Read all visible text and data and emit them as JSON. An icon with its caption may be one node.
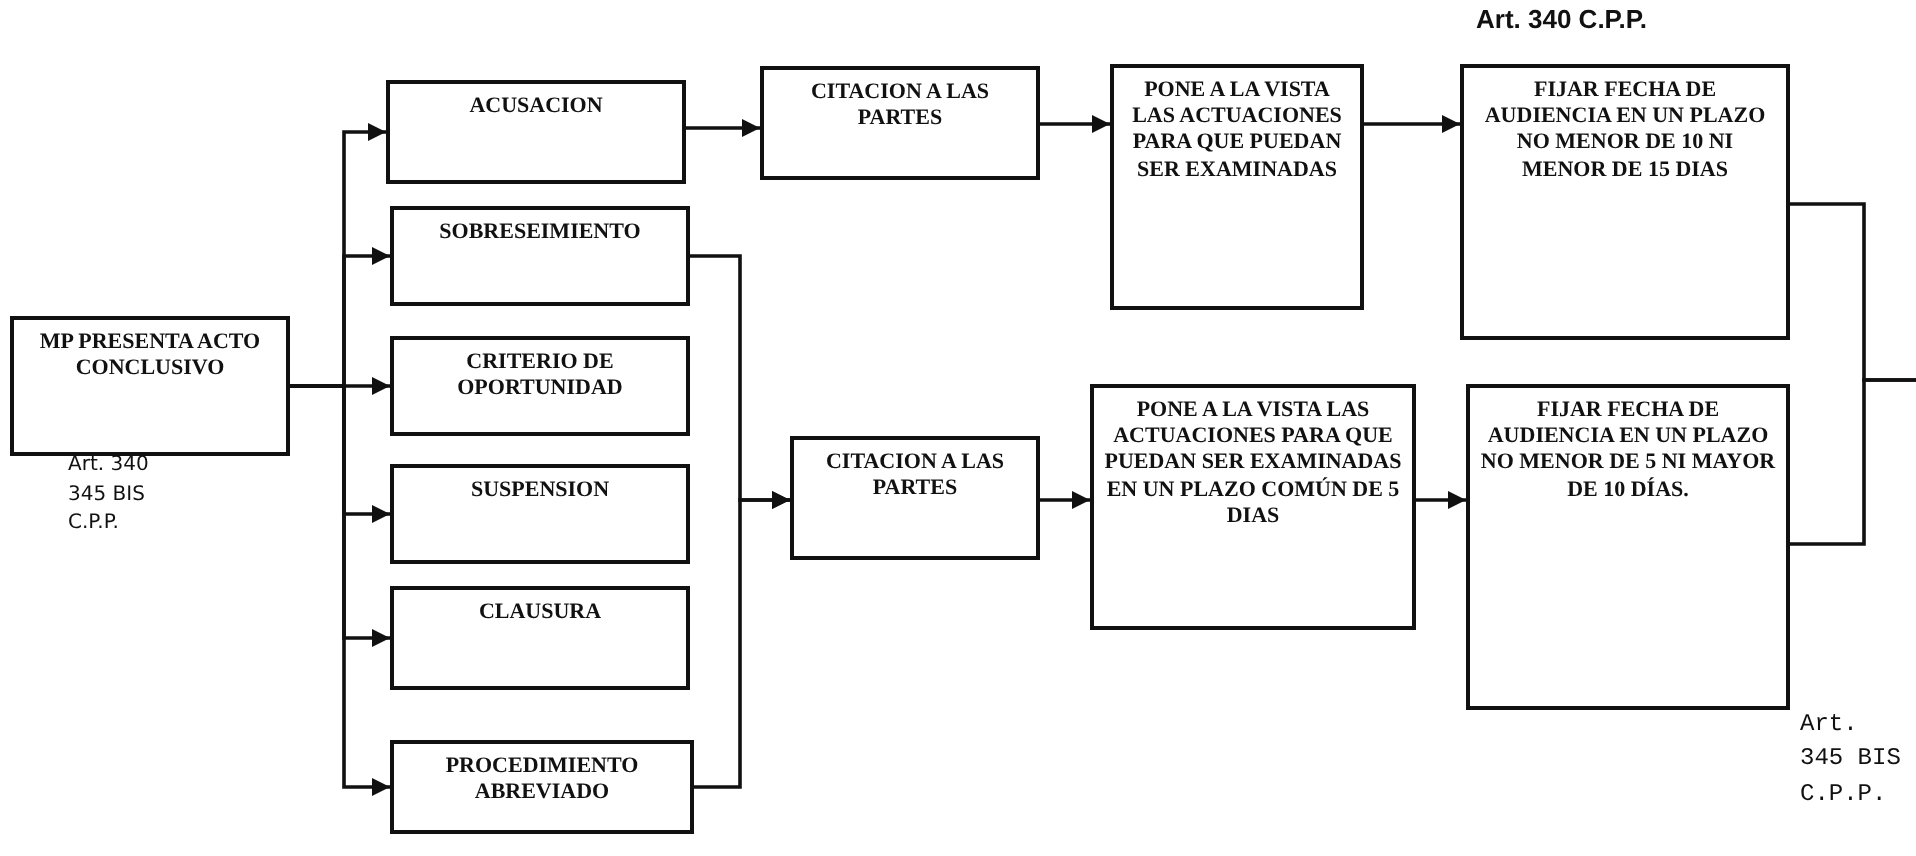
{
  "diagram": {
    "nodes": [
      {
        "text": [
          "MP PRESENTA ACTO CONCLUSIVO"
        ],
        "beside": [
          "Art. 340 345 BIS C.P.P."
        ]
      },
      {
        "text": [
          "ACUSACION"
        ]
      },
      {
        "text": [
          "SOBRESEIMIENTO"
        ]
      },
      {
        "text": [
          "CRITERIO DE OPORTUNIDAD"
        ]
      },
      {
        "text": [
          "SUSPENSION"
        ]
      },
      {
        "text": [
          "CLAUSURA"
        ]
      },
      {
        "text": [
          "PROCEDIMIENTO ABREVIADO"
        ]
      },
      {
        "text": [
          "CITACION A LAS PARTES"
        ]
      },
      {
        "text": [
          "PONE A LA VISTA LAS ACTUACIONES PARA QUE PUEDAN SER EXAMINADAS"
        ]
      },
      {
        "text": [
          "FIJAR FECHA DE AUDIENCIA EN UN PLAZO NO MENOR DE 10 NI MENOR DE 15 DIAS"
        ],
        "beside": [
          "Art. 340 C.P.P."
        ]
      },
      {
        "text": [
          "CITACION A LAS PARTES"
        ]
      },
      {
        "text": [
          "PONE A LA VISTA LAS ACTUACIONES PARA QUE PUEDAN SER EXAMINADAS EN UN PLAZO COMÚN DE 5 DIAS"
        ]
      },
      {
        "text": [
          "FIJAR FECHA DE AUDIENCIA EN UN PLAZO NO MENOR DE 5 NI MAYOR DE 10 DÍAS."
        ],
        "beside": [
          "Art. 345 BIS C.P.P."
        ]
      }
    ],
    "edges": [
      {
        "from": 0,
        "to": 1,
        "arrow": "to"
      },
      {
        "from": 0,
        "to": 2,
        "arrow": "to"
      },
      {
        "from": 0,
        "to": 3,
        "arrow": "to"
      },
      {
        "from": 0,
        "to": 4,
        "arrow": "to"
      },
      {
        "from": 0,
        "to": 5,
        "arrow": "to"
      },
      {
        "from": 0,
        "to": 6,
        "arrow": "to"
      },
      {
        "from": 1,
        "to": 7,
        "arrow": "to"
      },
      {
        "from": 7,
        "to": 8,
        "arrow": "to"
      },
      {
        "from": 8,
        "to": 9,
        "arrow": "to"
      },
      {
        "from": 2,
        "to": 10,
        "arrow": "to"
      },
      {
        "from": 6,
        "to": 10,
        "arrow": "to"
      },
      {
        "from": 10,
        "to": 11,
        "arrow": "to"
      },
      {
        "from": 11,
        "to": 12,
        "arrow": "to"
      },
      {
        "from": 9,
        "to": null,
        "arrow": "none"
      },
      {
        "from": 12,
        "to": null,
        "arrow": "none"
      }
    ]
  }
}
